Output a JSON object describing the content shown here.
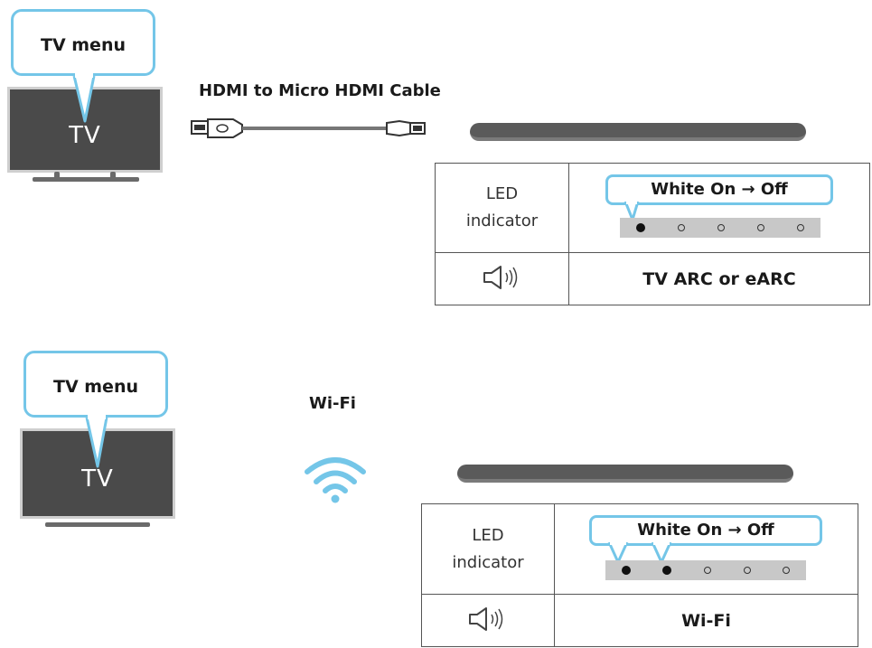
{
  "top": {
    "bubble_text": "TV menu",
    "tv_label": "TV",
    "cable_label": "HDMI to Micro HDMI Cable",
    "table": {
      "row1_label": "LED\nindicator",
      "led_tag": "White On → Off",
      "led_states": [
        true,
        false,
        false,
        false,
        false
      ],
      "row2_status": "TV ARC or eARC"
    }
  },
  "bottom": {
    "bubble_text": "TV menu",
    "tv_label": "TV",
    "wifi_label": "Wi-Fi",
    "table": {
      "row1_label": "LED\nindicator",
      "led_tag": "White On → Off",
      "led_states": [
        true,
        true,
        false,
        false,
        false
      ],
      "row2_status": "Wi-Fi"
    }
  },
  "colors": {
    "accent": "#74c6e8",
    "tv_screen": "#4a4a4a",
    "led_on": "#111111"
  },
  "icons": {
    "speaker": "speaker-icon",
    "wifi": "wifi-icon",
    "hdmi": "hdmi-cable-icon"
  }
}
